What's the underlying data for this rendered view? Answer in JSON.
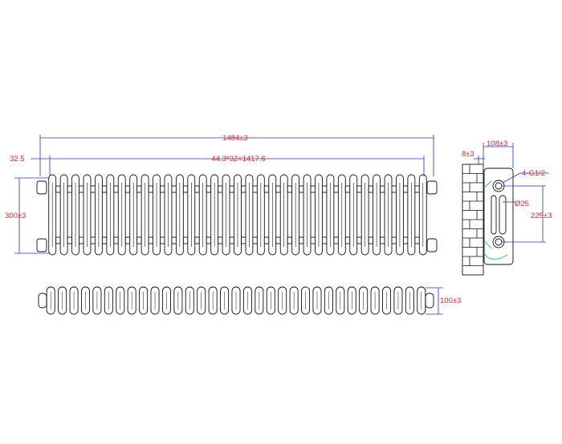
{
  "colors": {
    "dimension_text": "#e0282a",
    "dimension_line": "#2b2bd6",
    "outline": "#111111",
    "leader": "#18b8c8",
    "background": "#ffffff"
  },
  "front_view": {
    "columns": 33,
    "overall_width_label": "1484±3",
    "pitch_label": "44.3*32=1417.6",
    "offset_label": "32.5",
    "height_label": "300±3"
  },
  "top_view": {
    "columns": 33,
    "depth_label": "100±3"
  },
  "side_view": {
    "overall_depth_label": "108±3",
    "wall_gap_label": "8±3",
    "connection_label": "4-G1/2",
    "diameter_label": "Ø25",
    "centers_label": "225±3"
  }
}
